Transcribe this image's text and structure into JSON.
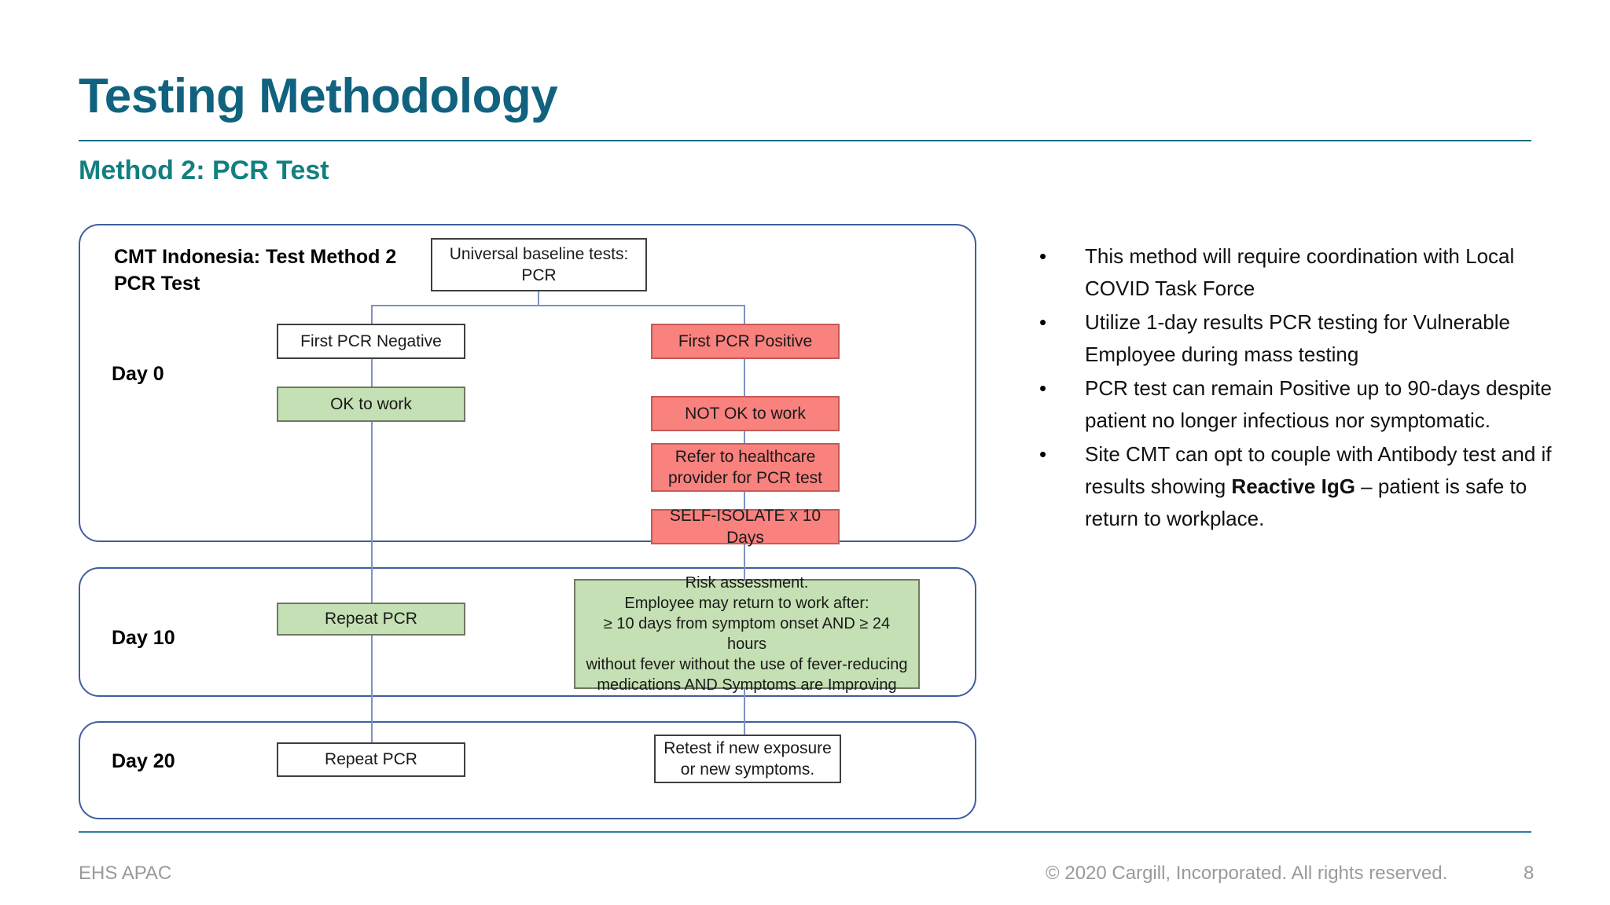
{
  "header": {
    "title": "Testing Methodology",
    "subtitle": "Method 2: PCR Test"
  },
  "flowchart": {
    "heading": "CMT Indonesia: Test Method 2 PCR Test",
    "day_labels": {
      "day0": "Day 0",
      "day10": "Day 10",
      "day20": "Day 20"
    },
    "nodes": {
      "baseline": "Universal baseline tests: PCR",
      "first_pcr_negative": "First PCR Negative",
      "ok_to_work": "OK to work",
      "first_pcr_positive": "First PCR Positive",
      "not_ok_to_work": "NOT OK to work",
      "refer_healthcare": "Refer to healthcare provider for PCR test",
      "self_isolate": "SELF-ISOLATE x 10 Days",
      "repeat_pcr_day10": "Repeat PCR",
      "repeat_pcr_day20": "Repeat PCR",
      "retest": "Retest if new exposure or new symptoms."
    },
    "risk_box": {
      "line1": "Risk assessment.",
      "line2": "Employee may return to work after:",
      "line3": "≥ 10 days from symptom onset AND ≥ 24 hours",
      "line4": "without fever without the use of fever-reducing",
      "line5": "medications AND Symptoms are Improving"
    },
    "colors": {
      "container_border": "#3f5f9e",
      "connector": "#7b93c4",
      "green_fill": "#c5e0b4",
      "red_fill": "#f9817e",
      "node_border": "#4a4a4a"
    }
  },
  "notes": {
    "bullet_marker": "•",
    "items": [
      {
        "pre": "This method will require coordination with Local COVID Task Force",
        "bold": "",
        "post": ""
      },
      {
        "pre": "Utilize 1-day results PCR testing for Vulnerable Employee during mass testing",
        "bold": "",
        "post": ""
      },
      {
        "pre": "PCR test can remain Positive up to 90-days despite patient no longer infectious nor symptomatic.",
        "bold": "",
        "post": ""
      },
      {
        "pre": "Site CMT can opt to couple with Antibody test and if results showing ",
        "bold": "Reactive IgG",
        "post": " – patient is safe to return to workplace."
      }
    ]
  },
  "footer": {
    "left": "EHS APAC",
    "center": "© 2020 Cargill, Incorporated. All rights reserved.",
    "page": "8"
  },
  "theme": {
    "title_color": "#10627f",
    "subtitle_color": "#128080",
    "rule_color": "#2e7fa8",
    "footer_text_color": "#9a9a9a"
  }
}
